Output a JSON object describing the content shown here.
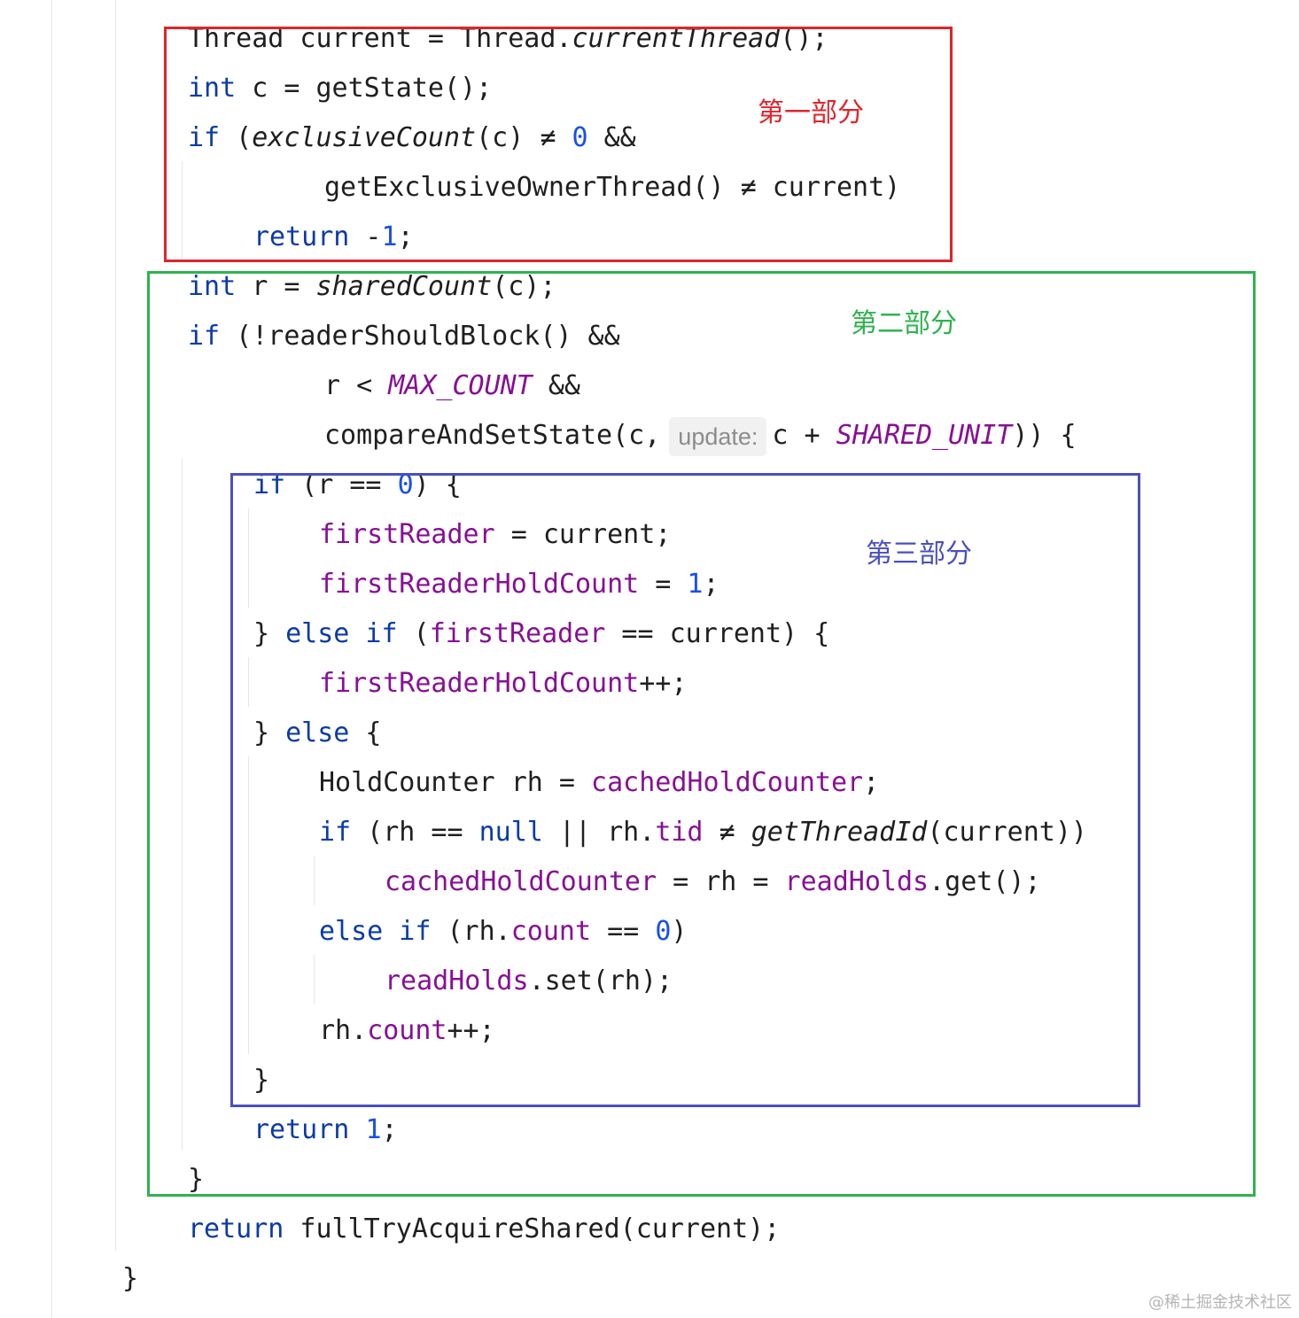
{
  "code_lines": [
    {
      "indent": 212,
      "tokens": [
        {
          "t": "Thread current = Thread.",
          "c": ""
        },
        {
          "t": "currentThread",
          "c": "ital"
        },
        {
          "t": "();",
          "c": ""
        }
      ]
    },
    {
      "indent": 212,
      "tokens": [
        {
          "t": "int",
          "c": "kw"
        },
        {
          "t": " c = getState();",
          "c": ""
        }
      ]
    },
    {
      "indent": 212,
      "tokens": [
        {
          "t": "if",
          "c": "kw"
        },
        {
          "t": " (",
          "c": ""
        },
        {
          "t": "exclusiveCount",
          "c": "ital"
        },
        {
          "t": "(c) ≠ ",
          "c": ""
        },
        {
          "t": "0",
          "c": "num"
        },
        {
          "t": " &&",
          "c": ""
        }
      ]
    },
    {
      "indent": 366,
      "tokens": [
        {
          "t": "getExclusiveOwnerThread() ≠ current)",
          "c": ""
        }
      ]
    },
    {
      "indent": 286,
      "tokens": [
        {
          "t": "return",
          "c": "kw"
        },
        {
          "t": " -",
          "c": ""
        },
        {
          "t": "1",
          "c": "num"
        },
        {
          "t": ";",
          "c": ""
        }
      ]
    },
    {
      "indent": 212,
      "tokens": [
        {
          "t": "int",
          "c": "kw"
        },
        {
          "t": " r = ",
          "c": ""
        },
        {
          "t": "sharedCount",
          "c": "ital"
        },
        {
          "t": "(c);",
          "c": ""
        }
      ]
    },
    {
      "indent": 212,
      "tokens": [
        {
          "t": "if",
          "c": "kw"
        },
        {
          "t": " (!readerShouldBlock() &&",
          "c": ""
        }
      ]
    },
    {
      "indent": 366,
      "tokens": [
        {
          "t": "r < ",
          "c": ""
        },
        {
          "t": "MAX_COUNT",
          "c": "st"
        },
        {
          "t": " &&",
          "c": ""
        }
      ]
    },
    {
      "indent": 366,
      "tokens": [
        {
          "t": "compareAndSetState(c,",
          "c": ""
        },
        {
          "t": "update:",
          "c": "hint"
        },
        {
          "t": "c + ",
          "c": ""
        },
        {
          "t": "SHARED_UNIT",
          "c": "st"
        },
        {
          "t": ")) {",
          "c": ""
        }
      ]
    },
    {
      "indent": 286,
      "tokens": [
        {
          "t": "if",
          "c": "kw"
        },
        {
          "t": " (r == ",
          "c": ""
        },
        {
          "t": "0",
          "c": "num"
        },
        {
          "t": ") {",
          "c": ""
        }
      ]
    },
    {
      "indent": 360,
      "tokens": [
        {
          "t": "firstReader",
          "c": "fld"
        },
        {
          "t": " = current;",
          "c": ""
        }
      ]
    },
    {
      "indent": 360,
      "tokens": [
        {
          "t": "firstReaderHoldCount",
          "c": "fld"
        },
        {
          "t": " = ",
          "c": ""
        },
        {
          "t": "1",
          "c": "num"
        },
        {
          "t": ";",
          "c": ""
        }
      ]
    },
    {
      "indent": 286,
      "tokens": [
        {
          "t": "} ",
          "c": ""
        },
        {
          "t": "else if",
          "c": "kw"
        },
        {
          "t": " (",
          "c": ""
        },
        {
          "t": "firstReader",
          "c": "fld"
        },
        {
          "t": " == current) {",
          "c": ""
        }
      ]
    },
    {
      "indent": 360,
      "tokens": [
        {
          "t": "firstReaderHoldCount",
          "c": "fld"
        },
        {
          "t": "++;",
          "c": ""
        }
      ]
    },
    {
      "indent": 286,
      "tokens": [
        {
          "t": "} ",
          "c": ""
        },
        {
          "t": "else",
          "c": "kw"
        },
        {
          "t": " {",
          "c": ""
        }
      ]
    },
    {
      "indent": 360,
      "tokens": [
        {
          "t": "HoldCounter rh = ",
          "c": ""
        },
        {
          "t": "cachedHoldCounter",
          "c": "fld"
        },
        {
          "t": ";",
          "c": ""
        }
      ]
    },
    {
      "indent": 360,
      "tokens": [
        {
          "t": "if",
          "c": "kw"
        },
        {
          "t": " (rh == ",
          "c": ""
        },
        {
          "t": "null",
          "c": "kw"
        },
        {
          "t": " || rh.",
          "c": ""
        },
        {
          "t": "tid",
          "c": "fld"
        },
        {
          "t": " ≠ ",
          "c": ""
        },
        {
          "t": "getThreadId",
          "c": "ital"
        },
        {
          "t": "(current))",
          "c": ""
        }
      ]
    },
    {
      "indent": 434,
      "tokens": [
        {
          "t": "cachedHoldCounter",
          "c": "fld"
        },
        {
          "t": " = rh = ",
          "c": ""
        },
        {
          "t": "readHolds",
          "c": "fld"
        },
        {
          "t": ".get();",
          "c": ""
        }
      ]
    },
    {
      "indent": 360,
      "tokens": [
        {
          "t": "else if",
          "c": "kw"
        },
        {
          "t": " (rh.",
          "c": ""
        },
        {
          "t": "count",
          "c": "fld"
        },
        {
          "t": " == ",
          "c": ""
        },
        {
          "t": "0",
          "c": "num"
        },
        {
          "t": ")",
          "c": ""
        }
      ]
    },
    {
      "indent": 434,
      "tokens": [
        {
          "t": "readHolds",
          "c": "fld"
        },
        {
          "t": ".set(rh);",
          "c": ""
        }
      ]
    },
    {
      "indent": 360,
      "tokens": [
        {
          "t": "rh.",
          "c": ""
        },
        {
          "t": "count",
          "c": "fld"
        },
        {
          "t": "++;",
          "c": ""
        }
      ]
    },
    {
      "indent": 286,
      "tokens": [
        {
          "t": "}",
          "c": ""
        }
      ]
    },
    {
      "indent": 286,
      "tokens": [
        {
          "t": "return",
          "c": "kw"
        },
        {
          "t": " ",
          "c": ""
        },
        {
          "t": "1",
          "c": "num"
        },
        {
          "t": ";",
          "c": ""
        }
      ]
    },
    {
      "indent": 212,
      "tokens": [
        {
          "t": "}",
          "c": ""
        }
      ]
    },
    {
      "indent": 212,
      "tokens": [
        {
          "t": "return",
          "c": "kw"
        },
        {
          "t": " fullTryAcquireShared(current);",
          "c": ""
        }
      ]
    },
    {
      "indent": 138,
      "tokens": [
        {
          "t": "}",
          "c": ""
        }
      ]
    }
  ],
  "annotations": {
    "part1": "第一部分",
    "part2": "第二部分",
    "part3": "第三部分"
  },
  "colors": {
    "keyword": "#0b3ba8",
    "number": "#1750eb",
    "field": "#871094",
    "part1": "#e0242b",
    "part2": "#2fb34f",
    "part3": "#4a4fc0"
  },
  "watermark": "@稀土掘金技术社区"
}
